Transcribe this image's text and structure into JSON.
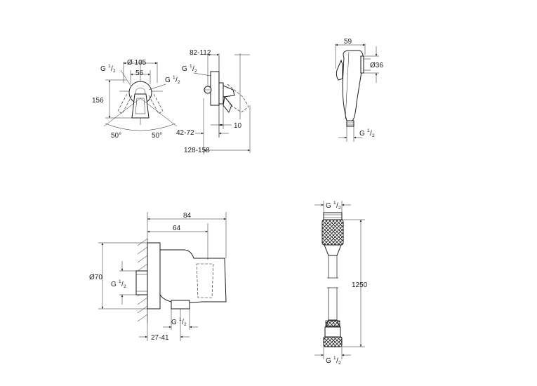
{
  "views": {
    "front_view": {
      "dimensions": {
        "thread": "G",
        "thread_frac_num": "1",
        "thread_frac_den": "2",
        "diameter": "Ø 105",
        "width": "56",
        "height": "156",
        "angle_left": "50°",
        "angle_right": "50°"
      }
    },
    "side_view": {
      "dimensions": {
        "depth_range": "82-112",
        "thread": "G",
        "thread_frac_num": "1",
        "thread_frac_den": "2",
        "projection": "10",
        "wall_depth": "42-72",
        "overall_depth": "128-158"
      }
    },
    "hand_shower": {
      "dimensions": {
        "width": "59",
        "diameter": "Ø36",
        "thread": "G",
        "thread_frac_num": "1",
        "thread_frac_den": "2"
      }
    },
    "wall_outlet": {
      "dimensions": {
        "overall": "84",
        "inner": "64",
        "diameter": "Ø70",
        "thread_left": "G",
        "thread_left_num": "1",
        "thread_left_den": "2",
        "thread_bottom": "G",
        "thread_bottom_num": "1",
        "thread_bottom_den": "2",
        "setting_range": "27-41"
      }
    },
    "hose": {
      "dimensions": {
        "thread_top": "G",
        "thread_top_num": "1",
        "thread_top_den": "2",
        "length": "1250",
        "thread_bottom": "G",
        "thread_bottom_num": "1",
        "thread_bottom_den": "2"
      }
    }
  }
}
